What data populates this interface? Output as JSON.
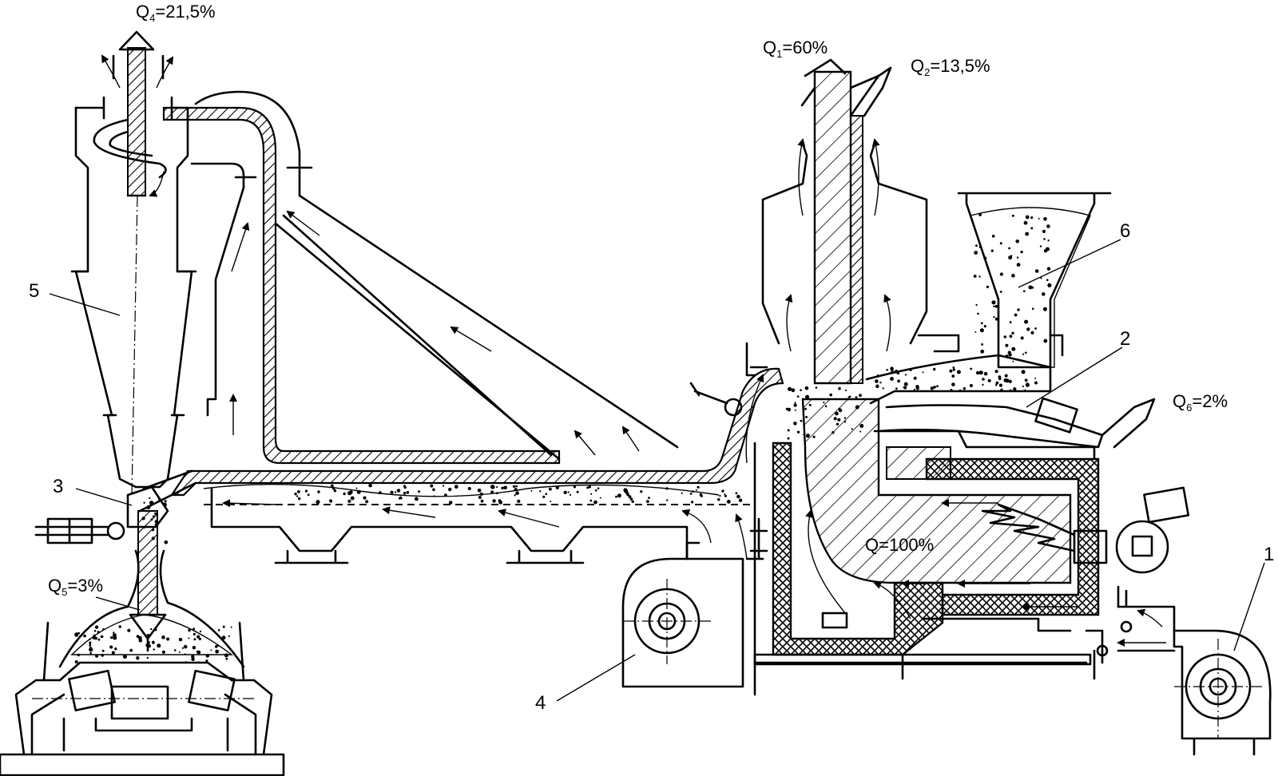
{
  "flows": {
    "q4": {
      "main": "Q",
      "sub": "4",
      "rest": "=21,5%"
    },
    "q1": {
      "main": "Q",
      "sub": "1",
      "rest": "=60%"
    },
    "q2": {
      "main": "Q",
      "sub": "2",
      "rest": "=13,5%"
    },
    "q6": {
      "main": "Q",
      "sub": "6",
      "rest": "=2%"
    },
    "q5": {
      "main": "Q",
      "sub": "5",
      "rest": "=3%"
    },
    "q": {
      "text": "Q=100%"
    }
  },
  "components": [
    {
      "number": "1"
    },
    {
      "number": "2"
    },
    {
      "number": "3"
    },
    {
      "number": "4"
    },
    {
      "number": "5"
    },
    {
      "number": "6"
    }
  ],
  "colors": {
    "line": "#000000",
    "background": "#ffffff"
  }
}
